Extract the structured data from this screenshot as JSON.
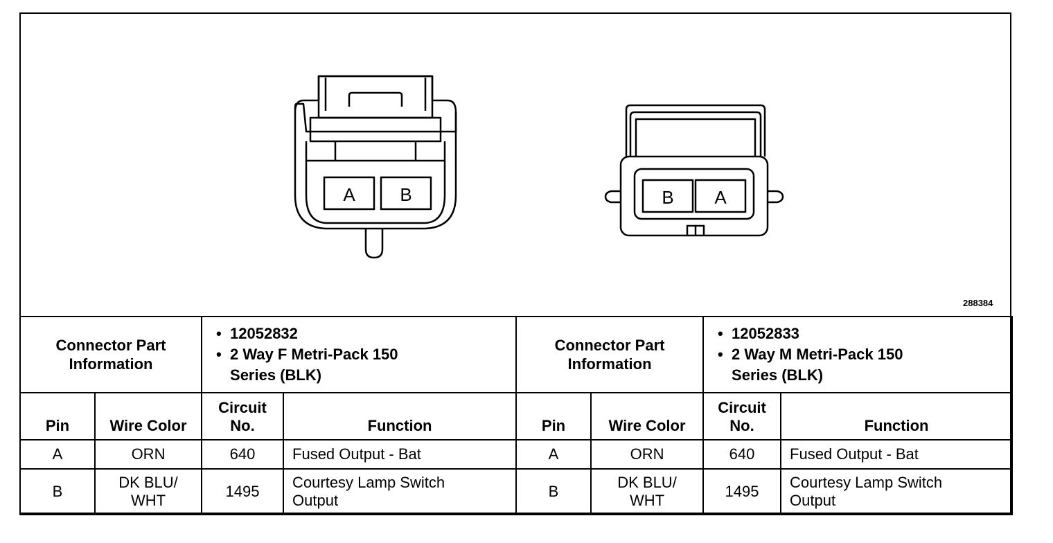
{
  "figure_id": "288384",
  "connectors": [
    {
      "pin_labels": [
        "A",
        "B"
      ],
      "info_label": "Connector Part Information",
      "info_items": [
        "12052832",
        "2 Way F Metri-Pack 150 Series (BLK)"
      ]
    },
    {
      "pin_labels": [
        "B",
        "A"
      ],
      "info_label": "Connector Part Information",
      "info_items": [
        "12052833",
        "2 Way M Metri-Pack 150 Series (BLK)"
      ]
    }
  ],
  "headers": {
    "pin": "Pin",
    "wire_color": "Wire Color",
    "circuit_no": "Circuit No.",
    "function": "Function"
  },
  "rows": [
    {
      "pin": "A",
      "wire_color": "ORN",
      "circuit": "640",
      "function": "Fused Output - Bat"
    },
    {
      "pin": "B",
      "wire_color": "DK BLU/ WHT",
      "circuit": "1495",
      "function": "Courtesy Lamp Switch Output"
    }
  ]
}
